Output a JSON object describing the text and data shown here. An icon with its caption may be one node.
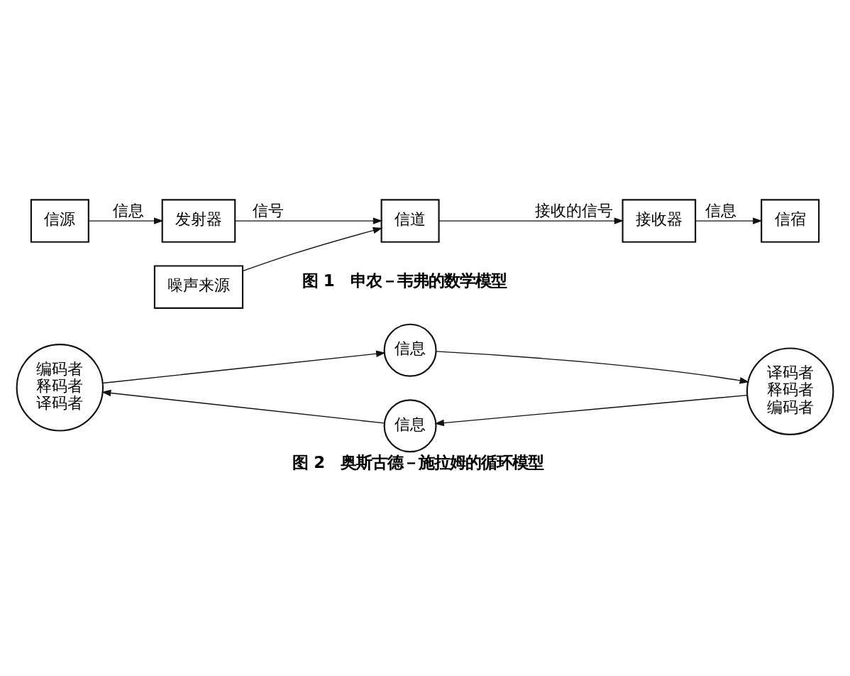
{
  "diagram": {
    "caption": "图 2　奥斯古德－施拉姆的循环模型",
    "nodes": [
      {
        "text": [
          "信源"
        ]
      },
      {
        "text": [
          "发射器"
        ]
      },
      {
        "text": [
          "信道"
        ]
      },
      {
        "text": [
          "接收器"
        ]
      },
      {
        "text": [
          "信宿"
        ]
      },
      {
        "text": [
          "噪声来源"
        ]
      },
      {
        "text": [
          "编码者",
          "释码者",
          "译码者"
        ]
      },
      {
        "text": [
          "信息"
        ]
      },
      {
        "text": [
          "译码者",
          "释码者",
          "编码者"
        ]
      },
      {
        "text": [
          "信息"
        ]
      }
    ],
    "edges": [
      {
        "from": 0,
        "to": 1,
        "arrow": "to",
        "label": "信息"
      },
      {
        "from": 1,
        "to": 2,
        "arrow": "to",
        "label": "信号"
      },
      {
        "from": 2,
        "to": 3,
        "arrow": "to",
        "label": "接收的信号"
      },
      {
        "from": 3,
        "to": 4,
        "arrow": "to",
        "label": "信息"
      },
      {
        "from": 5,
        "to": 2,
        "arrow": "to"
      },
      {
        "from": 6,
        "to": 7,
        "arrow": "to"
      },
      {
        "from": 7,
        "to": 8,
        "arrow": "to"
      },
      {
        "from": 8,
        "to": 9,
        "arrow": "to"
      },
      {
        "from": 9,
        "to": 6,
        "arrow": "to"
      }
    ],
    "labels": [
      "图 1　申农－韦弗的数学模型"
    ]
  }
}
